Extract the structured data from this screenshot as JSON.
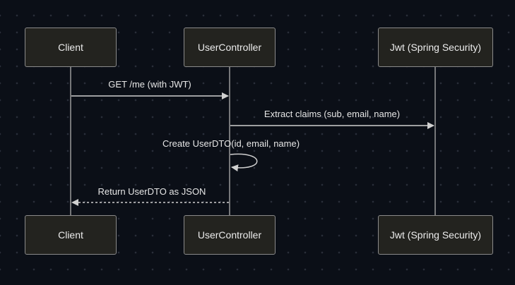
{
  "participants": [
    {
      "id": "client",
      "label": "Client"
    },
    {
      "id": "controller",
      "label": "UserController"
    },
    {
      "id": "jwt",
      "label": "Jwt (Spring Security)"
    }
  ],
  "messages": [
    {
      "from": "Client",
      "to": "UserController",
      "label": "GET /me (with JWT)",
      "style": "solid"
    },
    {
      "from": "UserController",
      "to": "Jwt (Spring Security)",
      "label": "Extract claims (sub, email, name)",
      "style": "solid"
    },
    {
      "from": "UserController",
      "to": "UserController",
      "label": "Create UserDTO(id, email, name)",
      "style": "solid"
    },
    {
      "from": "UserController",
      "to": "Client",
      "label": "Return UserDTO as JSON",
      "style": "dotted"
    }
  ],
  "colors": {
    "background": "#0b0f17",
    "box_fill": "#23231f",
    "box_border": "#8a8a8a",
    "line": "#bdbdbd",
    "text": "#e6e6e6"
  }
}
